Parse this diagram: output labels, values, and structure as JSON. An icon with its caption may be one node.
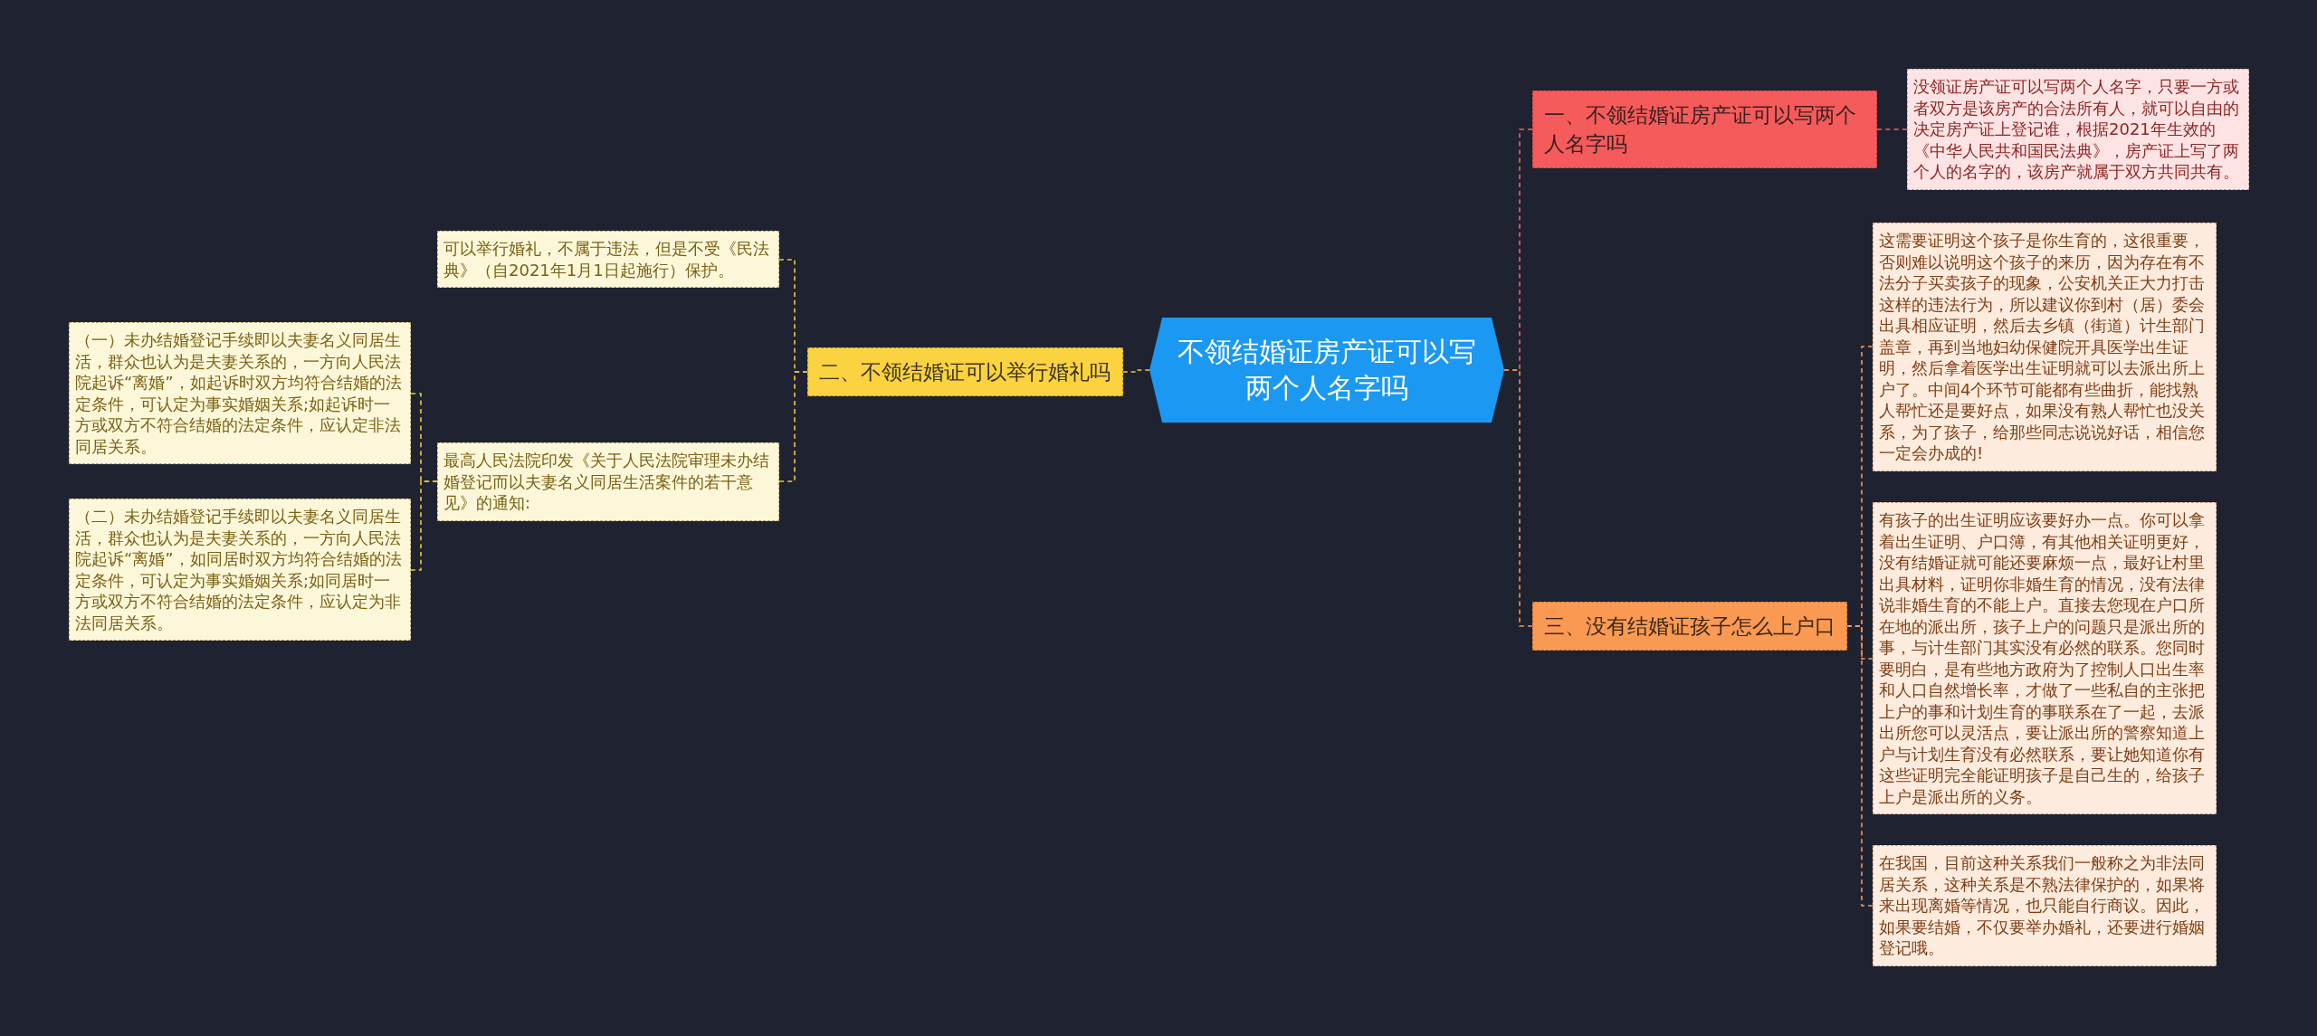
{
  "diagram": {
    "nodes": [
      {
        "text": [
          "不领结婚证房产证可以写两个人名字吗"
        ]
      },
      {
        "text": [
          "一、不领结婚证房产证可以写两个人名字吗"
        ]
      },
      {
        "text": [
          "没领证房产证可以写两个人名字，只要一方或者双方是该房产的合法所有人，就可以自由的决定房产证上登记谁，根据2021年生效的《中华人民共和国民法典》，房产证上写了两个人的名字的，该房产就属于双方共同共有。"
        ]
      },
      {
        "text": [
          "二、不领结婚证可以举行婚礼吗"
        ]
      },
      {
        "text": [
          "可以举行婚礼，不属于违法，但是不受《民法典》（自2021年1月1日起施行）保护。"
        ]
      },
      {
        "text": [
          "最高人民法院印发《关于人民法院审理未办结婚登记而以夫妻名义同居生活案件的若干意见》的通知:"
        ]
      },
      {
        "text": [
          "（一）未办结婚登记手续即以夫妻名义同居生活，群众也认为是夫妻关系的，一方向人民法院起诉“离婚”，如起诉时双方均符合结婚的法定条件，可认定为事实婚姻关系;如起诉时一方或双方不符合结婚的法定条件，应认定非法同居关系。"
        ]
      },
      {
        "text": [
          "（二）未办结婚登记手续即以夫妻名义同居生活，群众也认为是夫妻关系的，一方向人民法院起诉“离婚”，如同居时双方均符合结婚的法定条件，可认定为事实婚姻关系;如同居时一方或双方不符合结婚的法定条件，应认定为非法同居关系。"
        ]
      },
      {
        "text": [
          "三、没有结婚证孩子怎么上户口"
        ]
      },
      {
        "text": [
          "这需要证明这个孩子是你生育的，这很重要，否则难以说明这个孩子的来历，因为存在有不法分子买卖孩子的现象，公安机关正大力打击这样的违法行为，所以建议你到村（居）委会出具相应证明，然后去乡镇（街道）计生部门盖章，再到当地妇幼保健院开具医学出生证明，然后拿着医学出生证明就可以去派出所上户了。中间4个环节可能都有些曲折，能找熟人帮忙还是要好点，如果没有熟人帮忙也没关系，为了孩子，给那些同志说说好话，相信您一定会办成的!"
        ]
      },
      {
        "text": [
          "有孩子的出生证明应该要好办一点。你可以拿着出生证明、户口簿，有其他相关证明更好，没有结婚证就可能还要麻烦一点，最好让村里出具材料，证明你非婚生育的情况，没有法律说非婚生育的不能上户。直接去您现在户口所在地的派出所，孩子上户的问题只是派出所的事，与计生部门其实没有必然的联系。您同时要明白，是有些地方政府为了控制人口出生率和人口自然增长率，才做了一些私自的主张把上户的事和计划生育的事联系在了一起，去派出所您可以灵活点，要让派出所的警察知道上户与计划生育没有必然联系，要让她知道你有这些证明完全能证明孩子是自己生的，给孩子上户是派出所的义务。"
        ]
      },
      {
        "text": [
          "在我国，目前这种关系我们一般称之为非法同居关系，这种关系是不熟法律保护的，如果将来出现离婚等情况，也只能自行商议。因此，如果要结婚，不仅要举办婚礼，还要进行婚姻登记哦。"
        ]
      }
    ],
    "edges": [
      {
        "from": 0,
        "to": 1,
        "arrow": "none",
        "color": "#f06464"
      },
      {
        "from": 1,
        "to": 2,
        "arrow": "none",
        "color": "#f06464"
      },
      {
        "from": 0,
        "to": 3,
        "arrow": "none"
      },
      {
        "from": 3,
        "to": 4,
        "arrow": "none"
      },
      {
        "from": 3,
        "to": 5,
        "arrow": "none"
      },
      {
        "from": 5,
        "to": 6,
        "arrow": "none"
      },
      {
        "from": 5,
        "to": 7,
        "arrow": "none"
      },
      {
        "from": 0,
        "to": 8,
        "arrow": "none",
        "color": "#f5955a"
      },
      {
        "from": 8,
        "to": 9,
        "arrow": "none",
        "color": "#f5955a"
      },
      {
        "from": 8,
        "to": 10,
        "arrow": "none",
        "color": "#f5955a"
      },
      {
        "from": 8,
        "to": 11,
        "arrow": "none",
        "color": "#f5955a"
      }
    ]
  }
}
